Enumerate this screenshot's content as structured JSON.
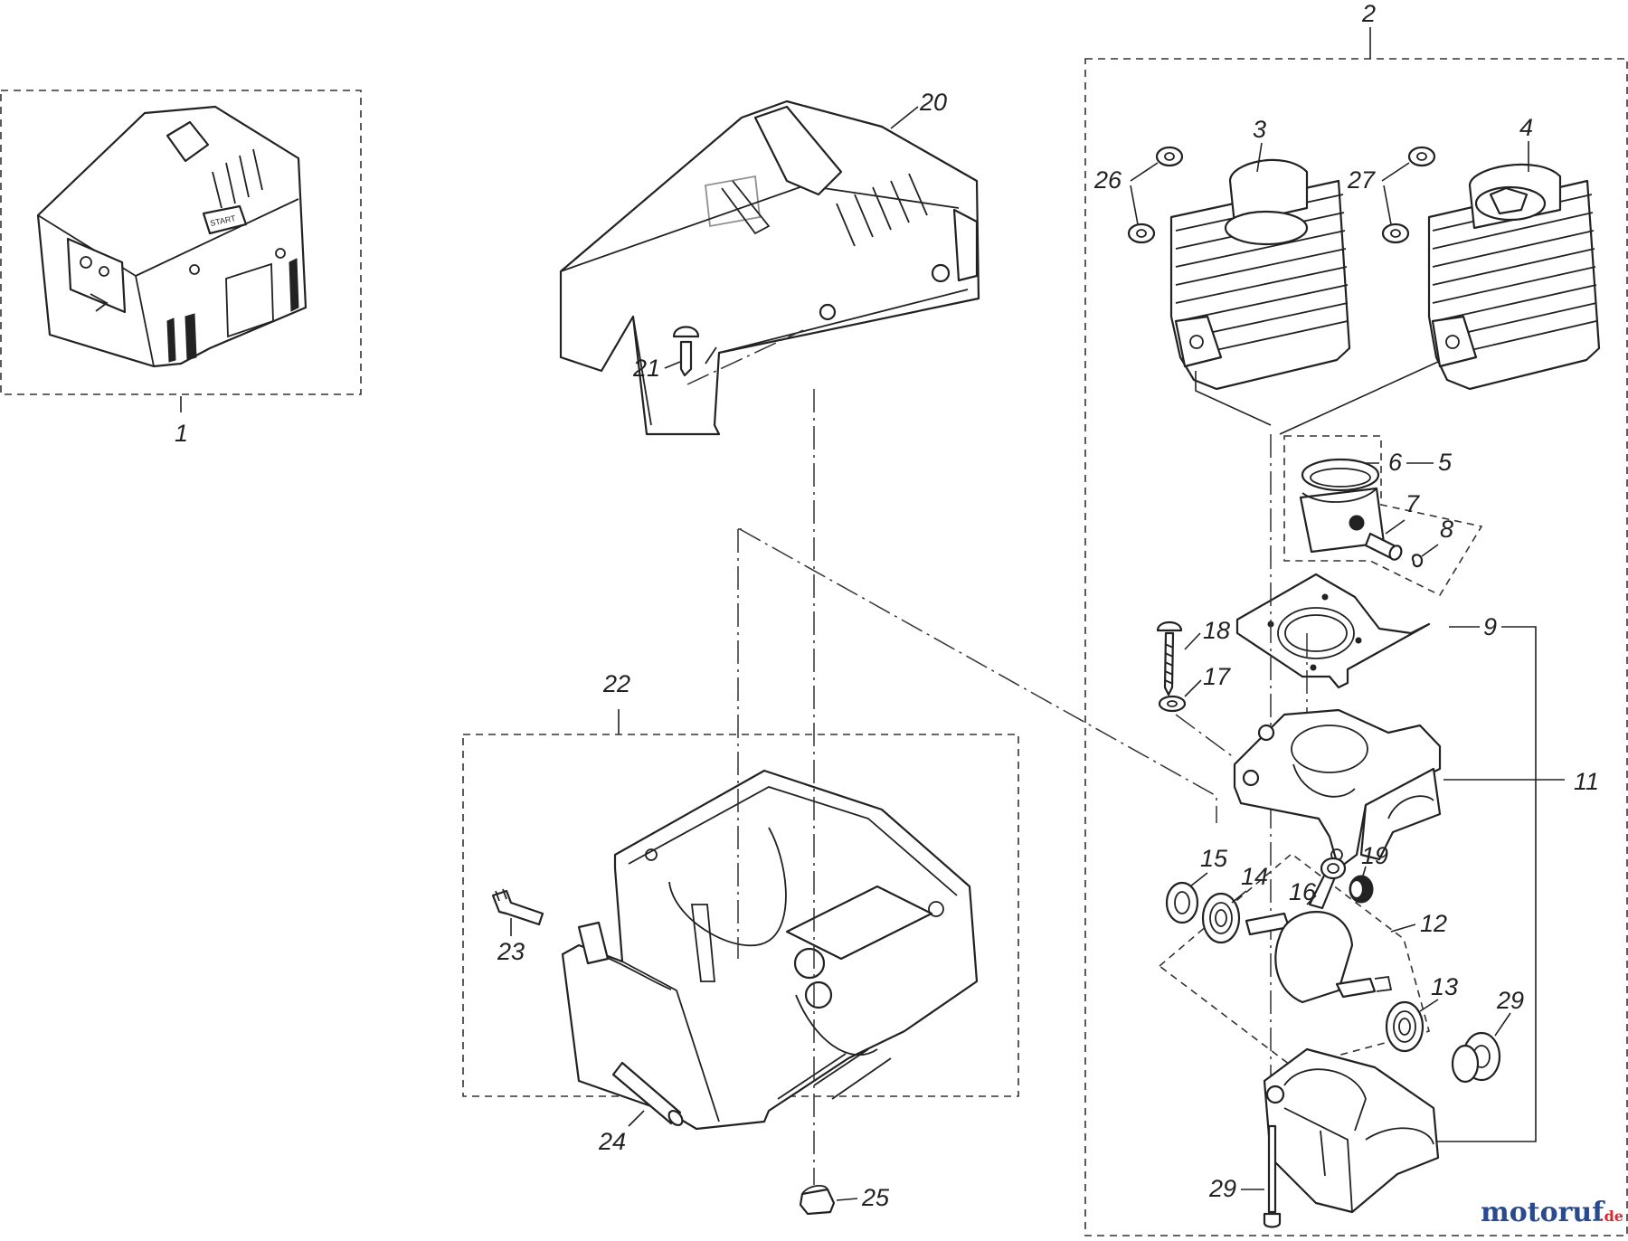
{
  "diagram": {
    "callouts": [
      "1",
      "2",
      "3",
      "4",
      "5",
      "6",
      "7",
      "8",
      "9",
      "11",
      "12",
      "13",
      "14",
      "15",
      "16",
      "17",
      "18",
      "19",
      "20",
      "21",
      "22",
      "23",
      "24",
      "25",
      "26",
      "27",
      "29",
      "29"
    ],
    "stamp_text": "START",
    "watermark": {
      "main": "motoruf",
      "suffix": ".de",
      "colors": [
        "#2a4a8e",
        "#d9282f",
        "#2a4a8e",
        "#2a4a8e",
        "#2a4a8e",
        "#2a4a8e",
        "#d9282f"
      ]
    }
  }
}
